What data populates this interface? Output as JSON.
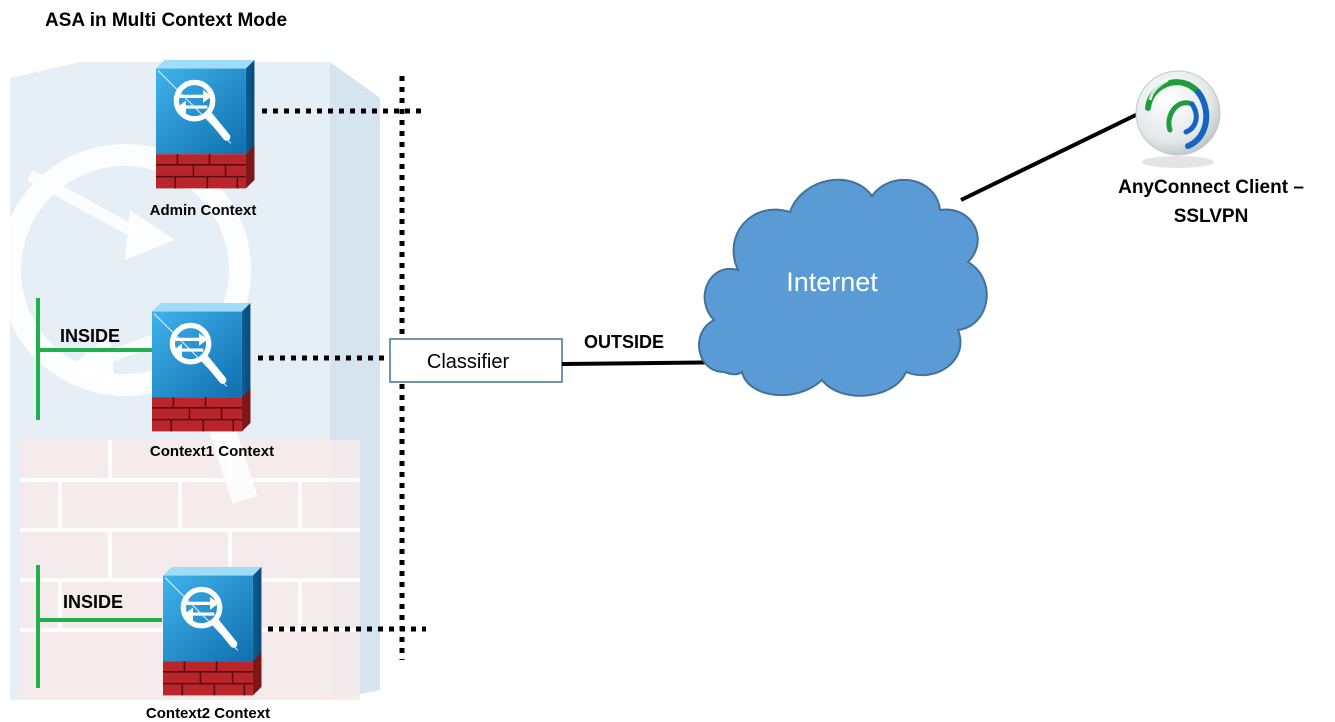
{
  "title": "ASA in Multi Context Mode",
  "contexts": [
    {
      "name": "Admin Context"
    },
    {
      "name": "Context1 Context",
      "inside_label": "INSIDE"
    },
    {
      "name": "Context2 Context",
      "inside_label": "INSIDE"
    }
  ],
  "classifier": {
    "label": "Classifier"
  },
  "outside_label": "OUTSIDE",
  "cloud": {
    "label": "Internet"
  },
  "client": {
    "line1": "AnyConnect Client –",
    "line2": "SSLVPN"
  },
  "colors": {
    "inside_line": "#22b04b",
    "cloud_fill": "#5b9bd5",
    "cloud_stroke": "#41719c",
    "asa_blue": "#1e8ccf",
    "asa_brick": "#b8262b",
    "watermark_blue": "#dde9f3",
    "watermark_pink": "#f7eaea"
  }
}
